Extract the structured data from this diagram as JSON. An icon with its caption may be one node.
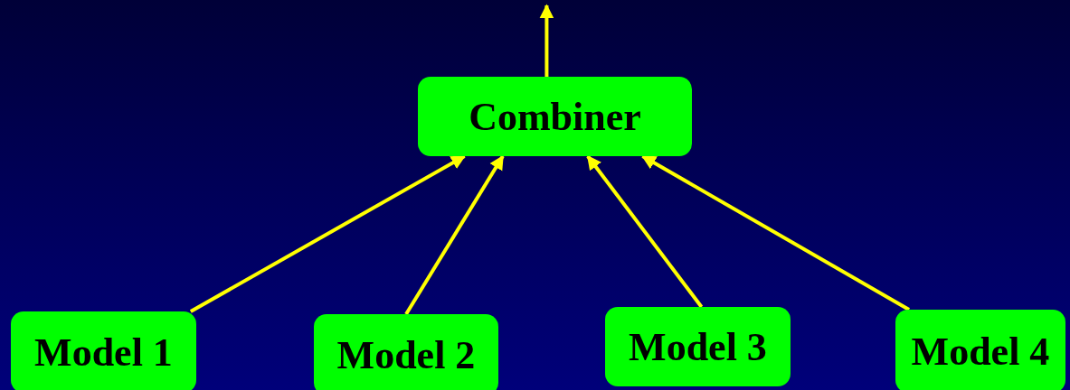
{
  "diagram": {
    "nodes": [
      {
        "text": [
          "Combiner"
        ]
      },
      {
        "text": [
          "Model 1"
        ]
      },
      {
        "text": [
          "Model 2"
        ]
      },
      {
        "text": [
          "Model 3"
        ]
      },
      {
        "text": [
          "Model 4"
        ]
      }
    ],
    "edges": [
      {
        "from": 1,
        "to": 0,
        "arrow": "to"
      },
      {
        "from": 2,
        "to": 0,
        "arrow": "to"
      },
      {
        "from": 3,
        "to": 0,
        "arrow": "to"
      },
      {
        "from": 4,
        "to": 0,
        "arrow": "to"
      },
      {
        "from": 0,
        "to": null,
        "arrow": "to"
      }
    ]
  }
}
